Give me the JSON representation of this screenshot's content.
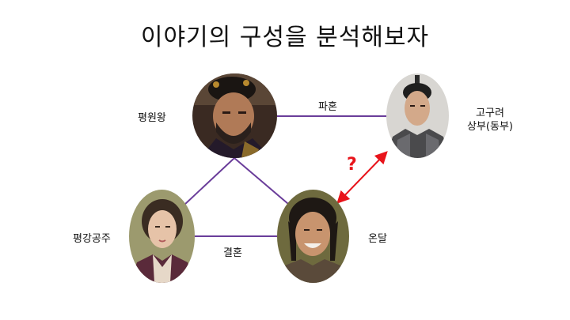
{
  "slide": {
    "title": "이야기의 구성을 분석해보자"
  },
  "nodes": {
    "king": {
      "label": "평원왕"
    },
    "general": {
      "label": "고구려\n상부(동부)"
    },
    "princess": {
      "label": "평강공주"
    },
    "ondal": {
      "label": "온달"
    }
  },
  "edges": {
    "rebellion": {
      "label": "파혼"
    },
    "marriage": {
      "label": "결혼"
    },
    "unknown": {
      "label": "?"
    }
  },
  "colors": {
    "relation_line": "#6a3d9a",
    "conflict_arrow": "#e8141b"
  }
}
